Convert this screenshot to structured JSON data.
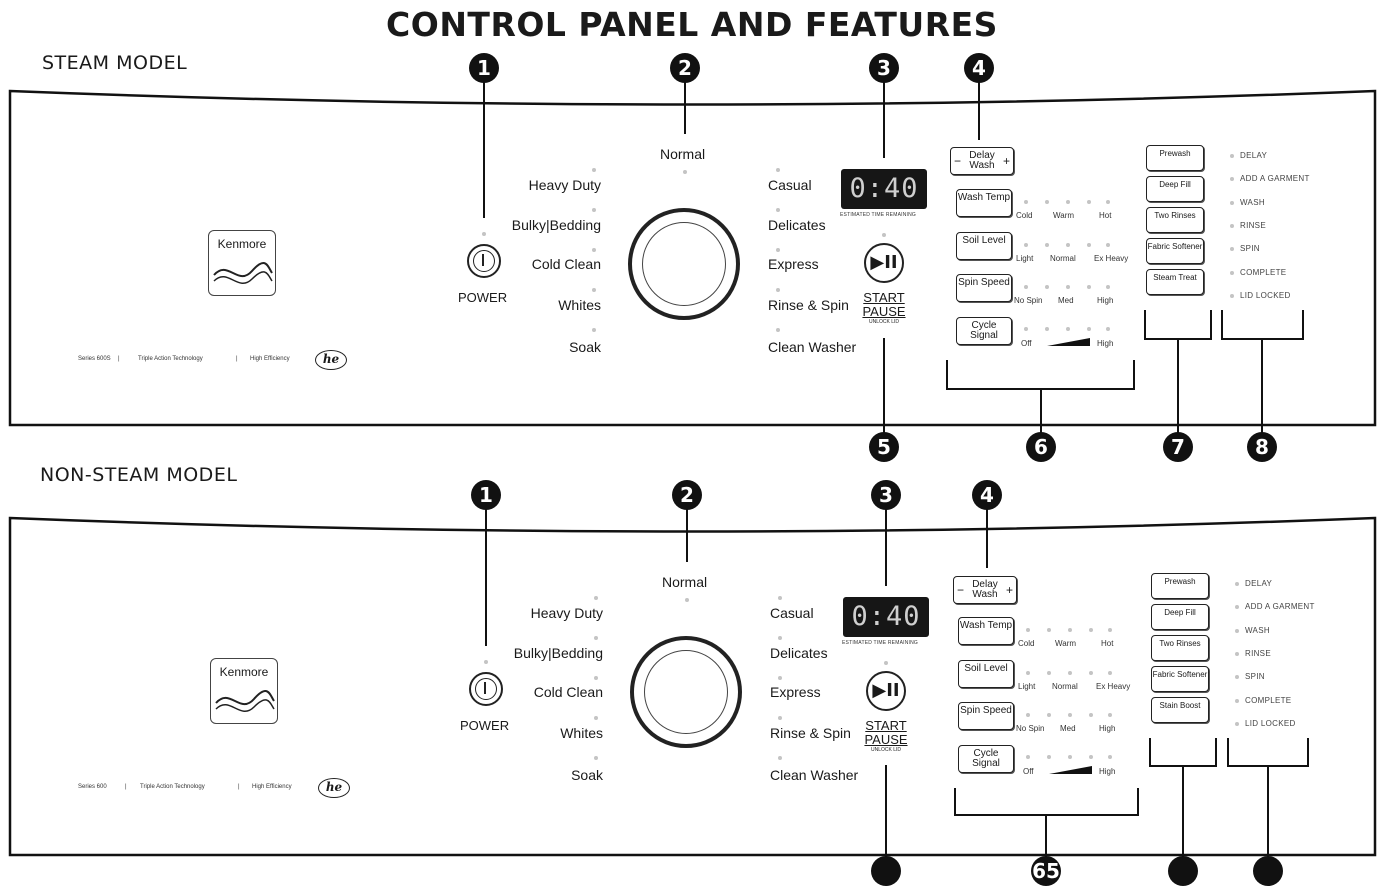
{
  "title": "CONTROL PANEL AND FEATURES",
  "panels": [
    {
      "model_label": "STEAM MODEL",
      "brand": "Kenmore",
      "footer": {
        "series": "Series 600S",
        "tech": "Triple Action Technology",
        "efficiency": "High Efficiency",
        "he": "he"
      },
      "power_label": "POWER",
      "cycles_left": [
        "Heavy Duty",
        "Bulky|Bedding",
        "Cold Clean",
        "Whites",
        "Soak"
      ],
      "cycle_top": "Normal",
      "cycles_right": [
        "Casual",
        "Delicates",
        "Express",
        "Rinse & Spin",
        "Clean Washer"
      ],
      "display": "0:40",
      "display_caption": "ESTIMATED TIME REMAINING",
      "start_pause": {
        "glyph": "▶II",
        "line1": "START",
        "line2": "PAUSE",
        "line3": "UNLOCK LID"
      },
      "delay_wash": {
        "label": "Delay Wash",
        "minus": "−",
        "plus": "+"
      },
      "settings": [
        {
          "label": "Wash Temp",
          "levels": [
            "Cold",
            "Warm",
            "Hot"
          ]
        },
        {
          "label": "Soil Level",
          "levels": [
            "Light",
            "Normal",
            "Ex Heavy"
          ]
        },
        {
          "label": "Spin Speed",
          "levels": [
            "No Spin",
            "Med",
            "High"
          ]
        },
        {
          "label": "Cycle Signal",
          "levels": [
            "Off",
            "",
            "High"
          ]
        }
      ],
      "options": [
        "Prewash",
        "Deep Fill",
        "Two Rinses",
        "Fabric Softener",
        "Steam Treat"
      ],
      "status": [
        "DELAY",
        "ADD A GARMENT",
        "WASH",
        "RINSE",
        "SPIN",
        "COMPLETE",
        "LID LOCKED"
      ],
      "callouts_top": [
        "1",
        "2",
        "3",
        "4"
      ],
      "callouts_bottom": [
        "5",
        "6",
        "7",
        "8"
      ]
    },
    {
      "model_label": "NON-STEAM MODEL",
      "brand": "Kenmore",
      "footer": {
        "series": "Series 600",
        "tech": "Triple Action Technology",
        "efficiency": "High Efficiency",
        "he": "he"
      },
      "power_label": "POWER",
      "cycles_left": [
        "Heavy Duty",
        "Bulky|Bedding",
        "Cold Clean",
        "Whites",
        "Soak"
      ],
      "cycle_top": "Normal",
      "cycles_right": [
        "Casual",
        "Delicates",
        "Express",
        "Rinse & Spin",
        "Clean Washer"
      ],
      "display": "0:40",
      "display_caption": "ESTIMATED TIME REMAINING",
      "start_pause": {
        "glyph": "▶II",
        "line1": "START",
        "line2": "PAUSE",
        "line3": "UNLOCK LID"
      },
      "delay_wash": {
        "label": "Delay Wash",
        "minus": "−",
        "plus": "+"
      },
      "settings": [
        {
          "label": "Wash Temp",
          "levels": [
            "Cold",
            "Warm",
            "Hot"
          ]
        },
        {
          "label": "Soil Level",
          "levels": [
            "Light",
            "Normal",
            "Ex Heavy"
          ]
        },
        {
          "label": "Spin Speed",
          "levels": [
            "No Spin",
            "Med",
            "High"
          ]
        },
        {
          "label": "Cycle Signal",
          "levels": [
            "Off",
            "",
            "High"
          ]
        }
      ],
      "options": [
        "Prewash",
        "Deep Fill",
        "Two Rinses",
        "Fabric Softener",
        "Stain Boost"
      ],
      "status": [
        "DELAY",
        "ADD A GARMENT",
        "WASH",
        "RINSE",
        "SPIN",
        "COMPLETE",
        "LID LOCKED"
      ],
      "callouts_top": [
        "1",
        "2",
        "3",
        "4"
      ],
      "callouts_bottom": [
        "",
        "65",
        "",
        ""
      ]
    }
  ]
}
